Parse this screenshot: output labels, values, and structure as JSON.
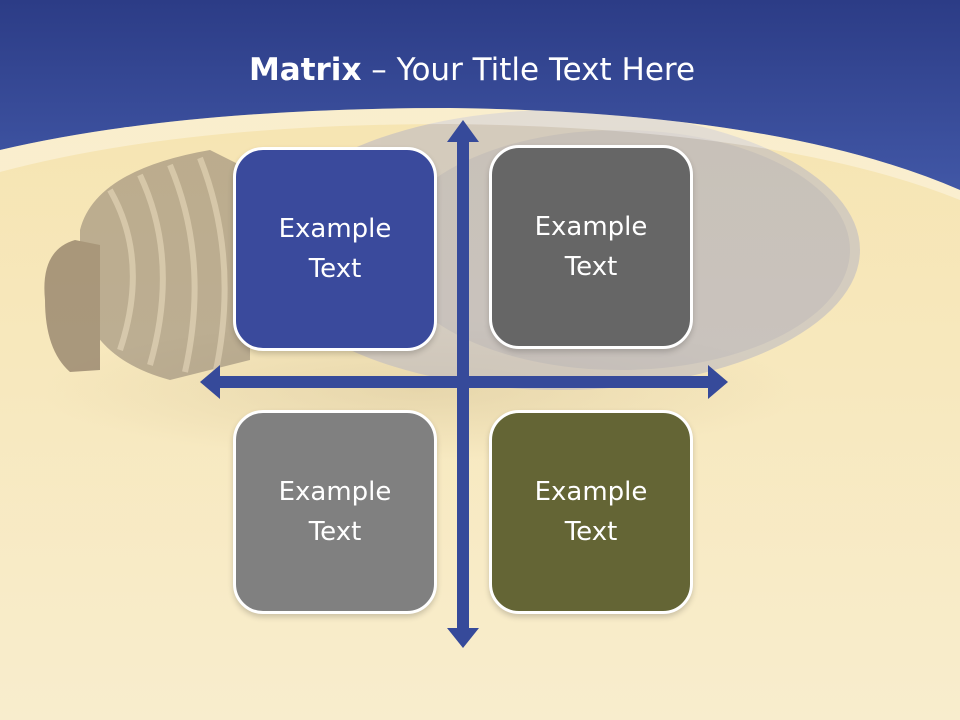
{
  "slide": {
    "title_bold": "Matrix",
    "title_rest": " – Your Title Text Here",
    "background_icon": "light-bulb-icon"
  },
  "colors": {
    "header_blue": "#3a4e9f",
    "arrow_blue": "#364a9a",
    "cream": "#f8ecc6"
  },
  "matrix": {
    "top_left": {
      "label": "Example Text",
      "color": "#3a4a9c"
    },
    "top_right": {
      "label": "Example Text",
      "color": "#666666"
    },
    "bottom_left": {
      "label": "Example Text",
      "color": "#808080"
    },
    "bottom_right": {
      "label": "Example Text",
      "color": "#646535"
    }
  }
}
